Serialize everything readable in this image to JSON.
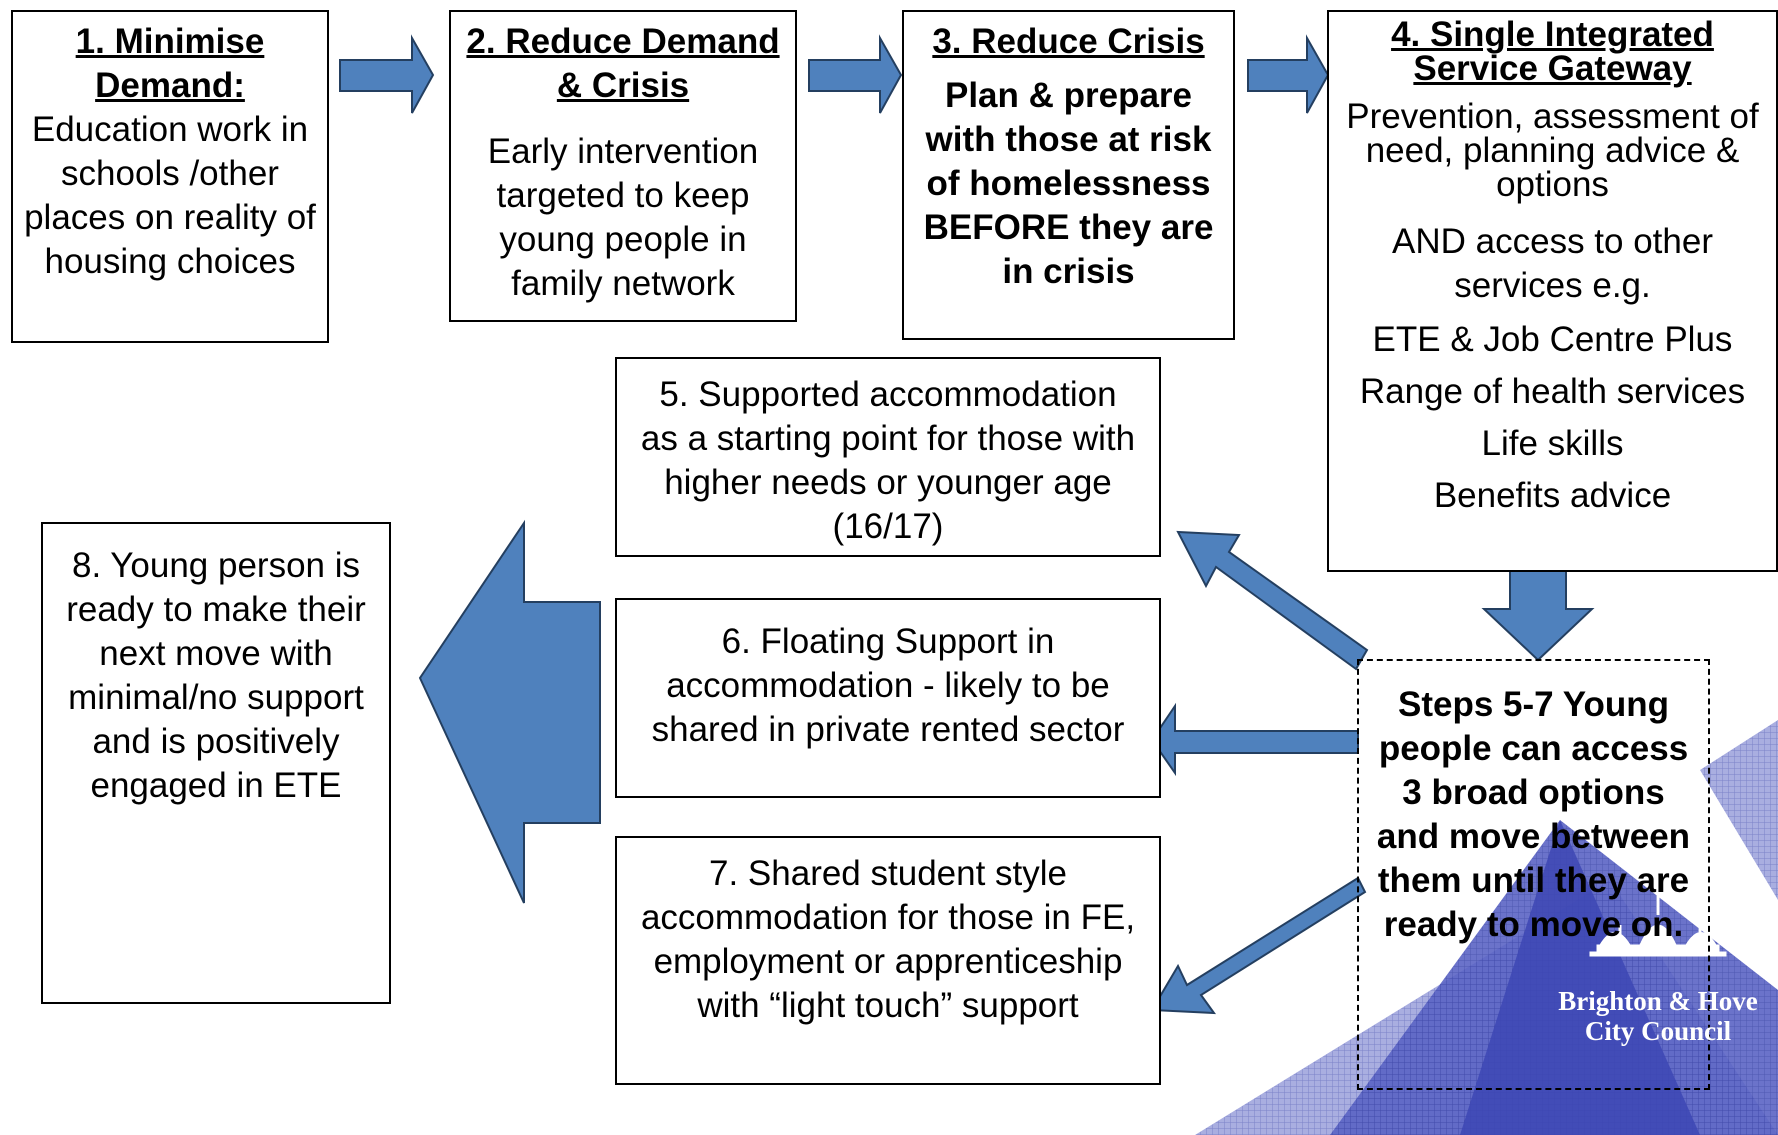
{
  "colors": {
    "arrow_fill": "#4f81bd",
    "arrow_stroke": "#243f60",
    "border": "#000000"
  },
  "steps": {
    "s1": {
      "title": "1. Minimise Demand:",
      "body": "Education work in schools /other places on reality of housing choices"
    },
    "s2": {
      "title": "2. Reduce Demand & Crisis",
      "body": "Early intervention targeted to keep young people in family network"
    },
    "s3": {
      "title": "3. Reduce Crisis",
      "body": "Plan & prepare with those at risk of homelessness BEFORE they are in crisis"
    },
    "s4": {
      "title": "4. Single Integrated Service Gateway",
      "lines": [
        "Prevention, assessment of need, planning advice & options",
        "AND access to other services e.g.",
        "ETE & Job Centre Plus",
        "Range of health services",
        "Life skills",
        "Benefits advice"
      ]
    },
    "s5": {
      "body": "5. Supported accommodation as a starting point for those with higher needs or younger age (16/17)"
    },
    "s6": {
      "body": "6. Floating Support in accommodation  - likely to be shared in private rented sector"
    },
    "s7": {
      "body": "7. Shared student style accommodation for those in FE, employment or apprenticeship with “light touch” support"
    },
    "s8": {
      "body": "8. Young person is ready to make their next move with minimal/no support and is positively engaged in ETE"
    },
    "hub": {
      "body": "Steps 5-7 Young people can access 3 broad options and move between them until they are ready to move on."
    }
  },
  "logo": {
    "line1": "Brighton & Hove",
    "line2": "City Council"
  }
}
